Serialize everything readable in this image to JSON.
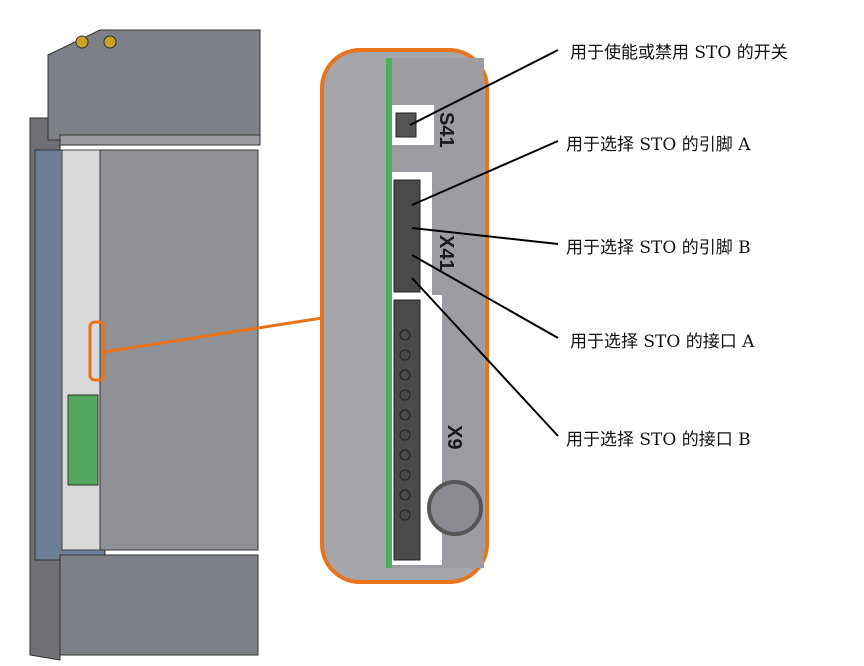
{
  "callouts": [
    {
      "text": "用于使能或禁用 STO 的开关"
    },
    {
      "text": "用于选择 STO 的引脚 A"
    },
    {
      "text": "用于选择 STO 的引脚 B"
    },
    {
      "text": "用于选择 STO 的接口 A"
    },
    {
      "text": "用于选择 STO 的接口 B"
    }
  ],
  "parts": {
    "switch": "S41",
    "pin_connector": "X41",
    "interface_connector": "X9"
  },
  "colors": {
    "highlight": "#e8731a",
    "housing": "#8e9096",
    "housing_light": "#a4a6ac",
    "pcb": "#4caf5a"
  }
}
